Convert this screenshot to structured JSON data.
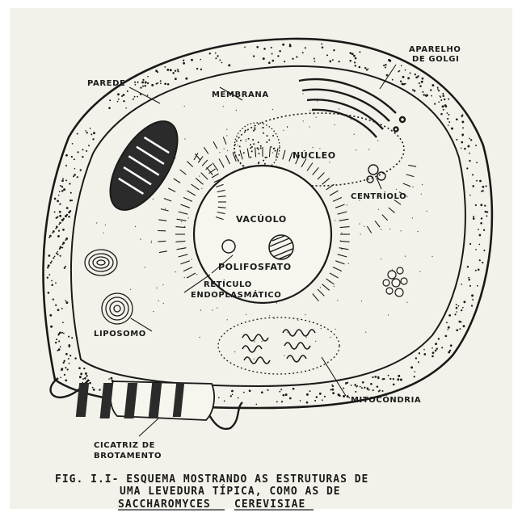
{
  "labels": {
    "parede": "PAREDE",
    "membrana": "MEMBRANA",
    "aparelho_line1": "APARELHO",
    "aparelho_line2": "DE GOLGI",
    "nucleo": "NÚCLEO",
    "centriolo": "CENTRÍOLO",
    "vacuolo": "VACÚOLO",
    "polifosfato": "POLIFOSFATO",
    "reticulo_line1": "RETÍCULO",
    "reticulo_line2": "ENDOPLASMÁTICO",
    "liposomo": "LIPOSOMO",
    "mitocondria": "MITOCÔNDRIA",
    "cicatriz_line1": "CICATRIZ DE",
    "cicatriz_line2": "BROTAMENTO"
  },
  "caption": {
    "line1": "FIG. I.I- ESQUEMA MOSTRANDO AS ESTRUTURAS DE",
    "line2": "UMA LEVEDURA TÍPICA, COMO AS DE",
    "line3a": "SACCHAROMYCES",
    "line3b": "CEREVISIAE"
  },
  "colors": {
    "ink": "#1a1a1a",
    "paper": "#f3f2ea",
    "border": "#ffffff"
  }
}
